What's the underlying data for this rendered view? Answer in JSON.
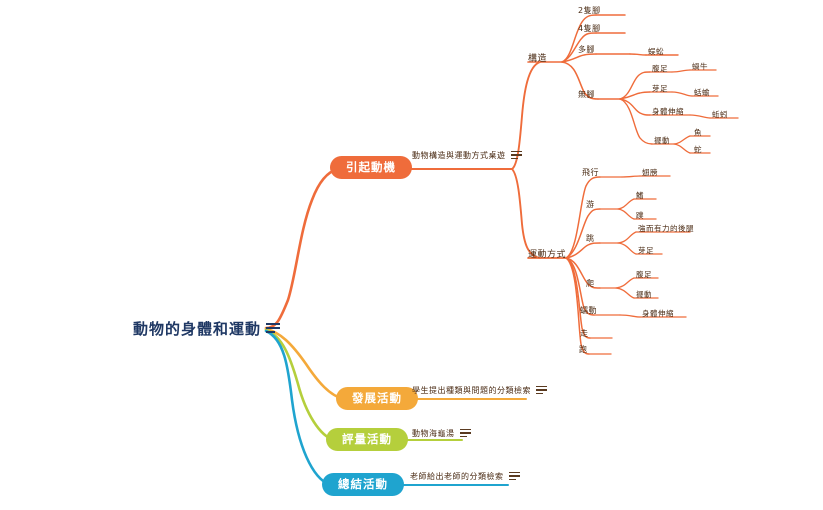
{
  "root": {
    "label": "動物的身體和運動",
    "icon": "note-lines-icon",
    "text_color": "#1f3864"
  },
  "colors": {
    "branch_motivation": "#ef6c3b",
    "branch_development": "#f4a93a",
    "branch_assessment": "#b5cf3c",
    "branch_conclusion": "#1fa4cf",
    "label_text": "#4a2b14",
    "root_text": "#1f3864",
    "background": "#ffffff"
  },
  "branches": [
    {
      "label": "引起動機",
      "color": "#ef6c3b",
      "note": {
        "label": "動物構造與運動方式桌遊",
        "icon": "note-lines-icon"
      },
      "children": [
        {
          "label": "構造",
          "children": [
            {
              "label": "2隻腳",
              "children": []
            },
            {
              "label": "4隻腳",
              "children": []
            },
            {
              "label": "多腳",
              "children": [
                {
                  "label": "蜈蚣"
                }
              ]
            },
            {
              "label": "無腳",
              "children": [
                {
                  "label": "腹足",
                  "children": [
                    {
                      "label": "蝸牛"
                    }
                  ]
                },
                {
                  "label": "芽足",
                  "children": [
                    {
                      "label": "蛞蝓"
                    }
                  ]
                },
                {
                  "label": "身體伸縮",
                  "children": [
                    {
                      "label": "蚯蚓"
                    }
                  ]
                },
                {
                  "label": "擺動",
                  "children": [
                    {
                      "label": "魚"
                    },
                    {
                      "label": "蛇"
                    }
                  ]
                }
              ]
            }
          ]
        },
        {
          "label": "運動方式",
          "children": [
            {
              "label": "飛行",
              "children": [
                {
                  "label": "翅膀"
                }
              ]
            },
            {
              "label": "游",
              "children": [
                {
                  "label": "鰭"
                },
                {
                  "label": "蹼"
                }
              ]
            },
            {
              "label": "跳",
              "children": [
                {
                  "label": "強而有力的後腿"
                },
                {
                  "label": "芽足"
                }
              ]
            },
            {
              "label": "爬",
              "children": [
                {
                  "label": "腹足"
                },
                {
                  "label": "擺動"
                }
              ]
            },
            {
              "label": "蠕動",
              "children": [
                {
                  "label": "身體伸縮"
                }
              ]
            },
            {
              "label": "走",
              "children": []
            },
            {
              "label": "跑",
              "children": []
            }
          ]
        }
      ]
    },
    {
      "label": "發展活動",
      "color": "#f4a93a",
      "note": {
        "label": "學生提出種類與問題的分類檢索",
        "icon": "note-lines-icon"
      },
      "children": []
    },
    {
      "label": "評量活動",
      "color": "#b5cf3c",
      "note": {
        "label": "動物海龜湯",
        "icon": "note-lines-icon"
      },
      "children": []
    },
    {
      "label": "總結活動",
      "color": "#1fa4cf",
      "note": {
        "label": "老師給出老師的分類檢索",
        "icon": "note-lines-icon"
      },
      "children": []
    }
  ]
}
